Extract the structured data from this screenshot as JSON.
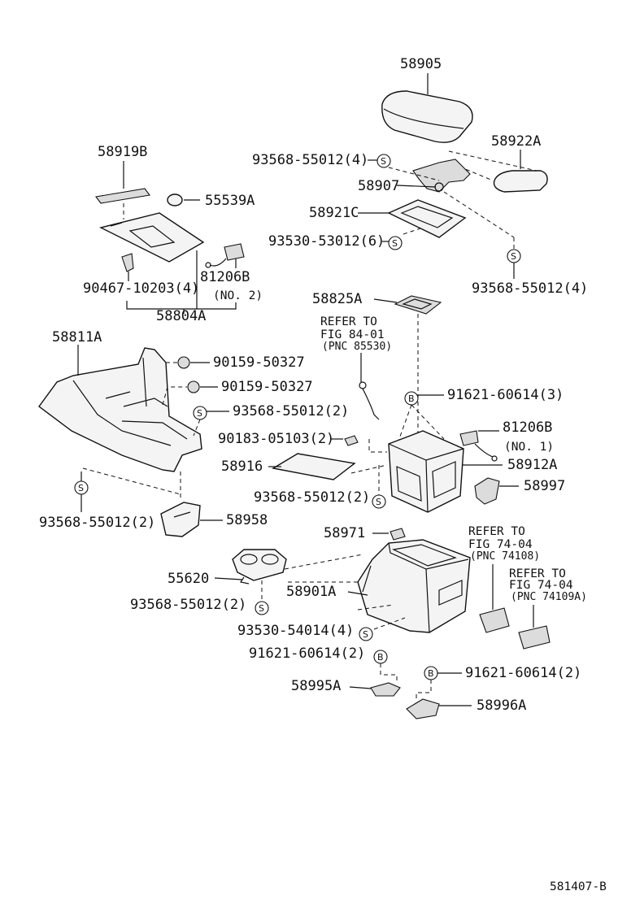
{
  "labels": {
    "p58905": "58905",
    "p58922A": "58922A",
    "p93568_top": "93568-55012(4)",
    "p58907": "58907",
    "p58921C": "58921C",
    "p93530_53012": "93530-53012(6)",
    "p93568_right": "93568-55012(4)",
    "p58919B": "58919B",
    "p55539A": "55539A",
    "p81206B_top": "81206B",
    "p81206B_top_no": "(NO. 2)",
    "p90467": "90467-10203(4)",
    "p58804A": "58804A",
    "p58825A": "58825A",
    "ref1_l1": "REFER TO",
    "ref1_l2": "FIG 84-01",
    "ref1_l3": "(PNC 85530)",
    "p91621_3": "91621-60614(3)",
    "p58811A": "58811A",
    "p90159_a": "90159-50327",
    "p90159_b": "90159-50327",
    "p93568_mid": "93568-55012(2)",
    "p90183": "90183-05103(2)",
    "p81206B_mid": "81206B",
    "p81206B_mid_no": "(NO. 1)",
    "p58916": "58916",
    "p58912A": "58912A",
    "p93568_box": "93568-55012(2)",
    "p58997": "58997",
    "p93568_left": "93568-55012(2)",
    "p58958": "58958",
    "p58971": "58971",
    "ref2_l1": "REFER TO",
    "ref2_l2": "FIG 74-04",
    "ref2_l3": "(PNC 74108)",
    "ref3_l1": "REFER TO",
    "ref3_l2": "FIG 74-04",
    "ref3_l3": "(PNC 74109A)",
    "p55620": "55620",
    "p58901A": "58901A",
    "p93568_cup": "93568-55012(2)",
    "p93530_54014": "93530-54014(4)",
    "p91621_2a": "91621-60614(2)",
    "p91621_2b": "91621-60614(2)",
    "p58995A": "58995A",
    "p58996A": "58996A",
    "fig_code": "581407-B"
  },
  "markers": {
    "s": "S",
    "b": "B"
  }
}
